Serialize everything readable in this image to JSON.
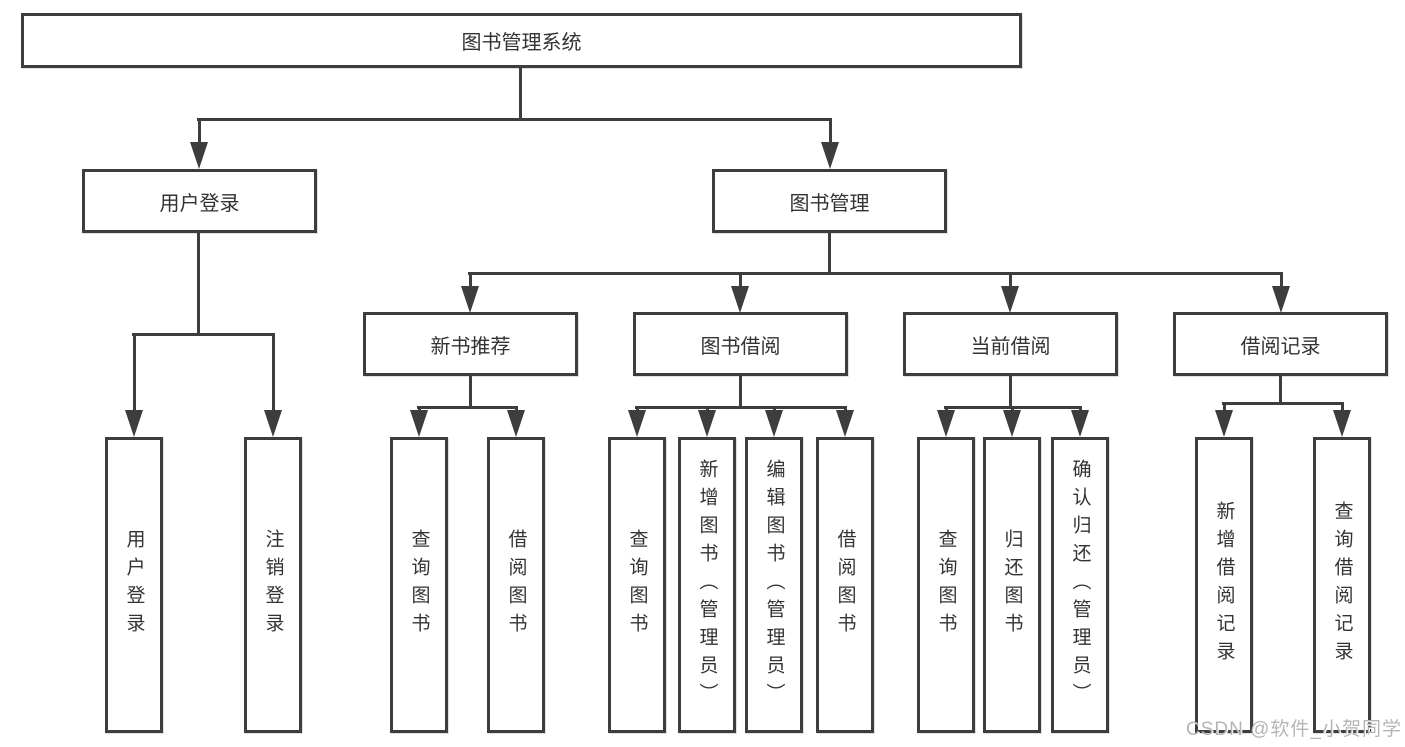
{
  "diagram": {
    "title_node": {
      "label": "图书管理系统"
    },
    "level2": [
      {
        "label": "用户登录"
      },
      {
        "label": "图书管理"
      }
    ],
    "level3": [
      {
        "label": "新书推荐",
        "parent": "图书管理"
      },
      {
        "label": "图书借阅",
        "parent": "图书管理"
      },
      {
        "label": "当前借阅",
        "parent": "图书管理"
      },
      {
        "label": "借阅记录",
        "parent": "图书管理"
      }
    ],
    "leaves": [
      {
        "label": "用户登录",
        "parent": "用户登录"
      },
      {
        "label": "注销登录",
        "parent": "用户登录"
      },
      {
        "label": "查询图书",
        "parent": "新书推荐"
      },
      {
        "label": "借阅图书",
        "parent": "新书推荐"
      },
      {
        "label": "查询图书",
        "parent": "图书借阅"
      },
      {
        "label": "新增图书（管理员）",
        "parent": "图书借阅"
      },
      {
        "label": "编辑图书（管理员）",
        "parent": "图书借阅"
      },
      {
        "label": "借阅图书",
        "parent": "图书借阅"
      },
      {
        "label": "查询图书",
        "parent": "当前借阅"
      },
      {
        "label": "归还图书",
        "parent": "当前借阅"
      },
      {
        "label": "确认归还（管理员）",
        "parent": "当前借阅"
      },
      {
        "label": "新增借阅记录",
        "parent": "借阅记录"
      },
      {
        "label": "查询借阅记录",
        "parent": "借阅记录"
      }
    ]
  },
  "watermark": {
    "text": "CSDN @软件_小贺同学"
  },
  "colors": {
    "stroke": "#3d3d3d",
    "text": "#333333",
    "background": "#ffffff",
    "watermark": "#b5b5b5"
  }
}
